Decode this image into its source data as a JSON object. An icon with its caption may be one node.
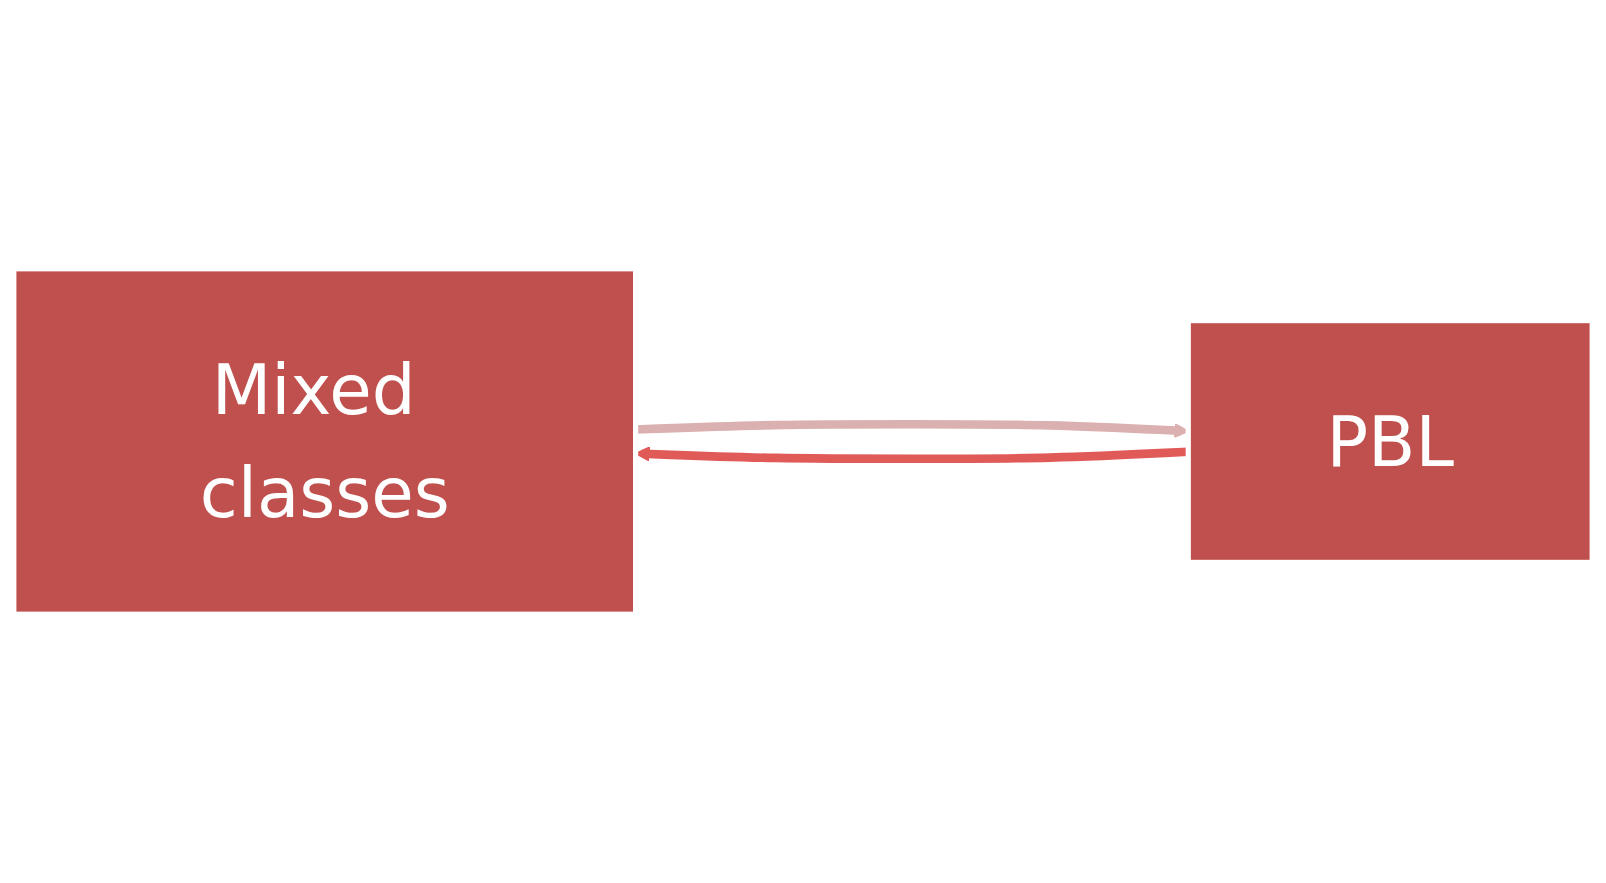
{
  "diagram": {
    "nodes": [
      {
        "text": [
          "Mixed classes"
        ]
      },
      {
        "text": [
          "PBL"
        ]
      }
    ],
    "edges": [
      {
        "from": 0,
        "to": 1,
        "arrow": "to",
        "color": "#dbb0b0"
      },
      {
        "from": 1,
        "to": 0,
        "arrow": "to",
        "color": "#e05a58"
      }
    ]
  }
}
